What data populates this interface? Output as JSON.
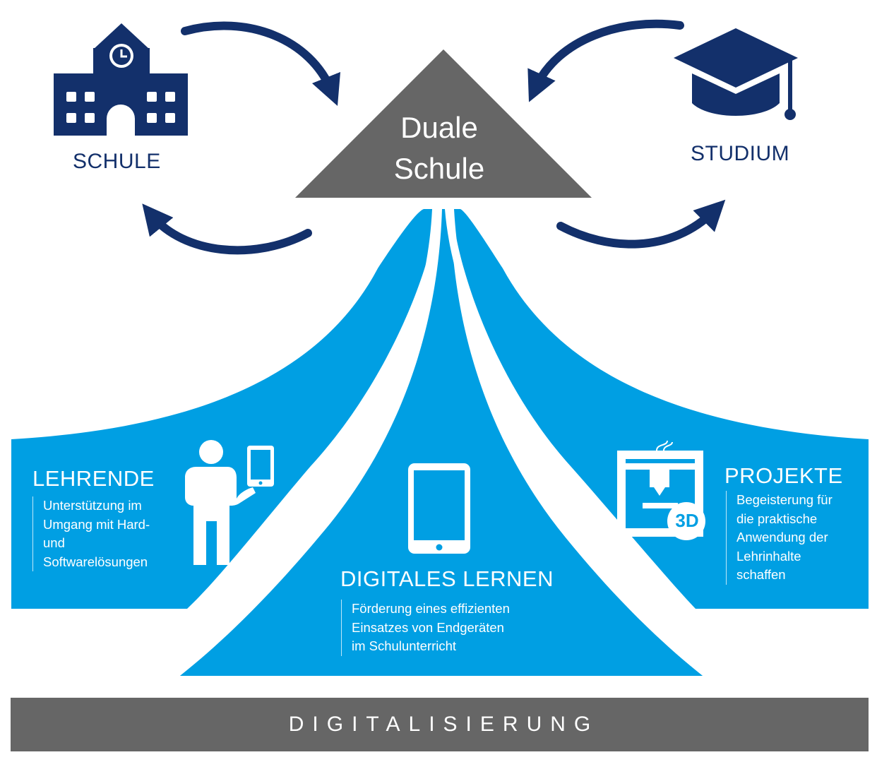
{
  "apex": {
    "line1": "Duale",
    "line2": "Schule"
  },
  "nodes": {
    "schule": {
      "label": "SCHULE",
      "icon": "school-building-icon"
    },
    "studium": {
      "label": "STUDIUM",
      "icon": "graduation-cap-icon"
    }
  },
  "sections": {
    "lehrende": {
      "title": "LEHRENDE",
      "icon": "teacher-with-tablet-icon",
      "desc": [
        "Unterstützung im",
        "Umgang mit Hard-",
        "und",
        "Softwarelösungen"
      ]
    },
    "digitales_lernen": {
      "title": "DIGITALES LERNEN",
      "icon": "tablet-icon",
      "desc": [
        "Förderung eines effizienten",
        "Einsatzes von Endgeräten",
        "im Schulunterricht"
      ]
    },
    "projekte": {
      "title": "PROJEKTE",
      "icon": "3d-printer-icon",
      "badge": "3D",
      "desc": [
        "Begeisterung für",
        "die praktische",
        "Anwendung der",
        "Lehrinhalte",
        "schaffen"
      ]
    }
  },
  "footer": {
    "label": "DIGITALISIERUNG"
  },
  "colors": {
    "navy": "#13306b",
    "blue": "#009fe3",
    "gray": "#666666"
  }
}
